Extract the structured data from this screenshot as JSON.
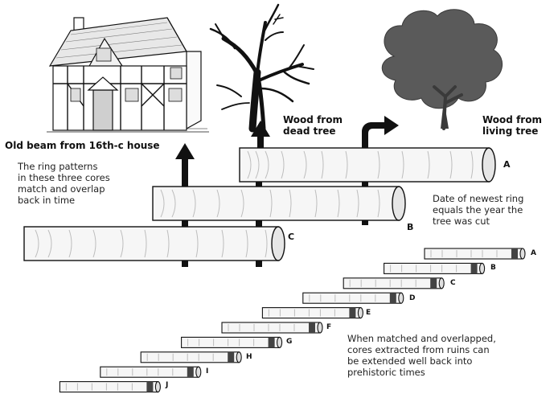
{
  "labels": {
    "old_beam": "Old beam from 16th-c house",
    "dead_tree": [
      "Wood from",
      "dead tree"
    ],
    "living_tree": [
      "Wood from",
      "living tree"
    ]
  },
  "notes": {
    "ring_patterns": [
      "The ring patterns",
      "in these three cores",
      "match and overlap",
      "back in time"
    ],
    "newest_ring": [
      "Date of newest ring",
      "equals the year the",
      "tree was cut"
    ],
    "ruins": [
      "When matched and overlapped,",
      "cores extracted from ruins can",
      "be extended well back into",
      "prehistoric times"
    ]
  },
  "core_letters": {
    "large": [
      "A",
      "B",
      "C"
    ],
    "staircase": [
      "A",
      "B",
      "C",
      "D",
      "E",
      "F",
      "G",
      "H",
      "I",
      "J"
    ]
  },
  "colors": {
    "ink": "#111111",
    "wood_fill": "#f4f4f4",
    "ring": "#bdbdbd",
    "foliage": "#5a5a5a"
  },
  "icons": [
    "house-illustration",
    "dead-tree-illustration",
    "living-tree-illustration",
    "arrow-up-icon",
    "arrow-turn-right-icon"
  ]
}
